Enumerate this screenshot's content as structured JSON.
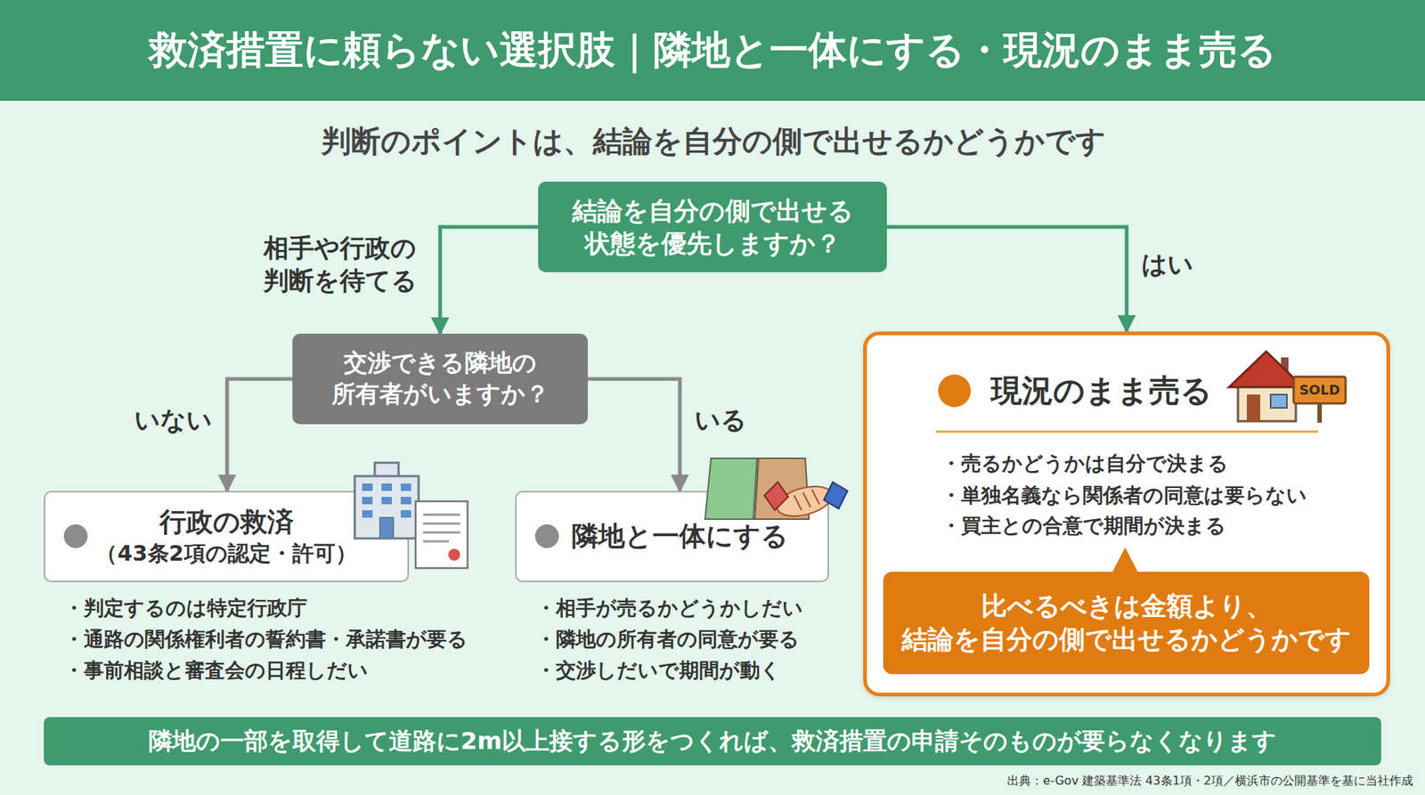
{
  "diagram": {
    "title": "救済措置に頼らない選択肢｜隣地と一体にする・現況のまま売る",
    "nodes": [
      {
        "text": [
          "結論を自分の側で出せる 状態を優先しますか？"
        ]
      },
      {
        "text": [
          "交渉できる隣地の 所有者がいますか？"
        ]
      },
      {
        "text": [
          "行政の救済",
          "（43条2項の認定・許可）"
        ]
      },
      {
        "text": [
          "隣地と一体にする"
        ]
      },
      {
        "text": [
          "現況のまま売る",
          "・売るかどうかは自分で決まる",
          "・単独名義なら関係者の同意は要らない",
          "・買主との合意で期間が決まる"
        ]
      },
      {
        "text": [
          "比べるべきは金額より、 結論を自分の側で出せるかどうかです"
        ],
        "in": 4
      },
      {
        "text": [
          "隣地の一部を取得して道路に2m以上接する形をつくれば、救済措置の申請そのものが要らなくなります"
        ]
      }
    ],
    "edges": [
      {
        "from": 0,
        "to": 1,
        "arrow": "to",
        "label": "相手や行政の 判断を待てる"
      },
      {
        "from": 0,
        "to": 4,
        "arrow": "to",
        "label": "はい"
      },
      {
        "from": 1,
        "to": 2,
        "arrow": "to",
        "label": "いない"
      },
      {
        "from": 1,
        "to": 3,
        "arrow": "to",
        "label": "いる"
      }
    ],
    "labels": [
      "判断のポイントは、結論を自分の側で出せるかどうかです",
      "・判定するのは特定行政庁",
      "・通路の関係権利者の誓約書・承諾書が要る",
      "・事前相談と審査会の日程しだい",
      "・相手が売るかどうかしだい",
      "・隣地の所有者の同意が要る",
      "・交渉しだいで期間が動く",
      "SOLD",
      "出典：e-Gov 建築基準法 43条1項・2項／横浜市の公開基準を基に当社作成"
    ]
  }
}
